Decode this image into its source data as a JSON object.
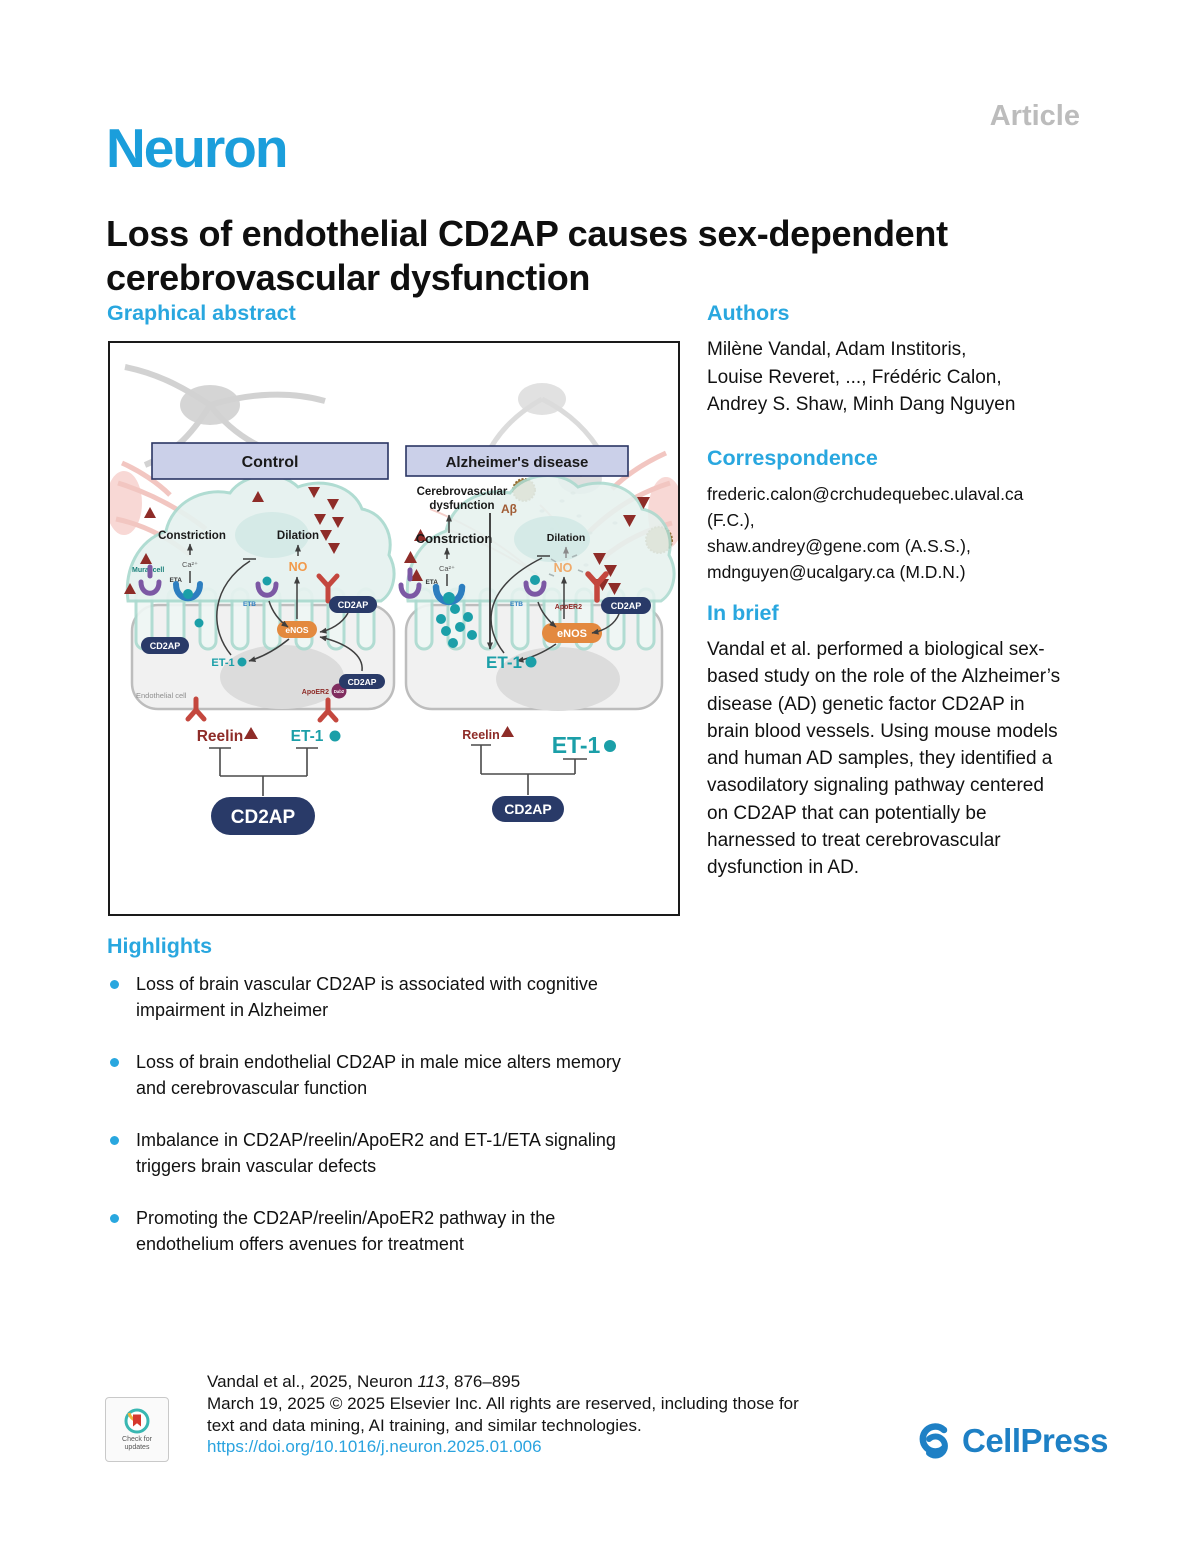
{
  "header": {
    "journal": "Neuron",
    "article_type": "Article"
  },
  "title": "Loss of endothelial CD2AP causes sex-dependent cerebrovascular dysfunction",
  "sections": {
    "graphical_abstract": "Graphical abstract",
    "authors": "Authors",
    "correspondence": "Correspondence",
    "in_brief": "In brief",
    "highlights": "Highlights"
  },
  "authors": {
    "lines": [
      "Milène Vandal, Adam Institoris,",
      "Louise Reveret, ..., Frédéric Calon,",
      "Andrey S. Shaw, Minh Dang Nguyen"
    ]
  },
  "correspondence": {
    "lines": [
      "frederic.calon@crchudequebec.ulaval.ca",
      "(F.C.),",
      "shaw.andrey@gene.com (A.S.S.),",
      "mdnguyen@ucalgary.ca (M.D.N.)"
    ]
  },
  "in_brief": "Vandal et al. performed a biological sex-\nbased study on the role of the Alzheimer’s\ndisease (AD) genetic factor CD2AP in\nbrain blood vessels. Using mouse models\nand human AD samples, they identified a\nvasodilatory signaling pathway centered\non CD2AP that can potentially be\nharnessed to treat cerebrovascular\ndysfunction in AD.",
  "highlights": [
    "Loss of brain vascular CD2AP is associated with cognitive\nimpairment in Alzheimer",
    "Loss of brain endothelial CD2AP in male mice alters memory\nand cerebrovascular function",
    "Imbalance in CD2AP/reelin/ApoER2 and ET-1/ETA signaling\ntriggers brain vascular defects",
    "Promoting the CD2AP/reelin/ApoER2 pathway in the\nendothelium offers avenues for treatment"
  ],
  "figure": {
    "left": {
      "title": "Control",
      "mural_cell": "Mural cell",
      "constriction": "Constriction",
      "ca": "Ca²⁺",
      "eta": "ETA",
      "etb": "ETB",
      "dilation": "Dilation",
      "no": "NO",
      "enos": "eNOS",
      "cd2ap": "CD2AP",
      "apoer2": "ApoER2",
      "dab": "Dab2",
      "et1": "ET-1",
      "endothelial": "Endothelial cell",
      "reelin": "Reelin"
    },
    "right": {
      "title": "Alzheimer's disease",
      "cerebro_line1": "Cerebrovascular",
      "cerebro_line2": "dysfunction",
      "abeta": "Aβ",
      "constriction": "Constriction",
      "ca": "Ca²⁺",
      "eta": "ETA",
      "etb": "ETB",
      "dilation": "Dilation",
      "no": "NO",
      "enos": "eNOS",
      "cd2ap": "CD2AP",
      "apoer2": "ApoER2",
      "et1": "ET-1",
      "reelin": "Reelin"
    }
  },
  "footer": {
    "citation_prefix": "Vandal et al., 2025, Neuron ",
    "citation_volume": "113",
    "citation_pages": ", 876–895",
    "line2": "March 19, 2025 © 2025 Elsevier Inc. All rights are reserved, including those for",
    "line3": "text and data mining, AI training, and similar technologies.",
    "doi": "https://doi.org/10.1016/j.neuron.2025.01.006",
    "badge": {
      "line1": "Check for",
      "line2": "updates"
    },
    "publisher": "CellPress"
  },
  "colors": {
    "accent_blue": "#29a7df",
    "logo_blue": "#1b9edb",
    "navy_pill": "#293a68",
    "orange": "#e3893f",
    "teal": "#1b9fa8",
    "dark_red": "#8e2c28",
    "receptor_red": "#c4473e",
    "purple": "#7c58a4",
    "receptor_blue": "#2d7ec0",
    "lavender_header": "#cbd0e9",
    "link": "#2aa3df",
    "cellpress_blue": "#1e80c5"
  }
}
